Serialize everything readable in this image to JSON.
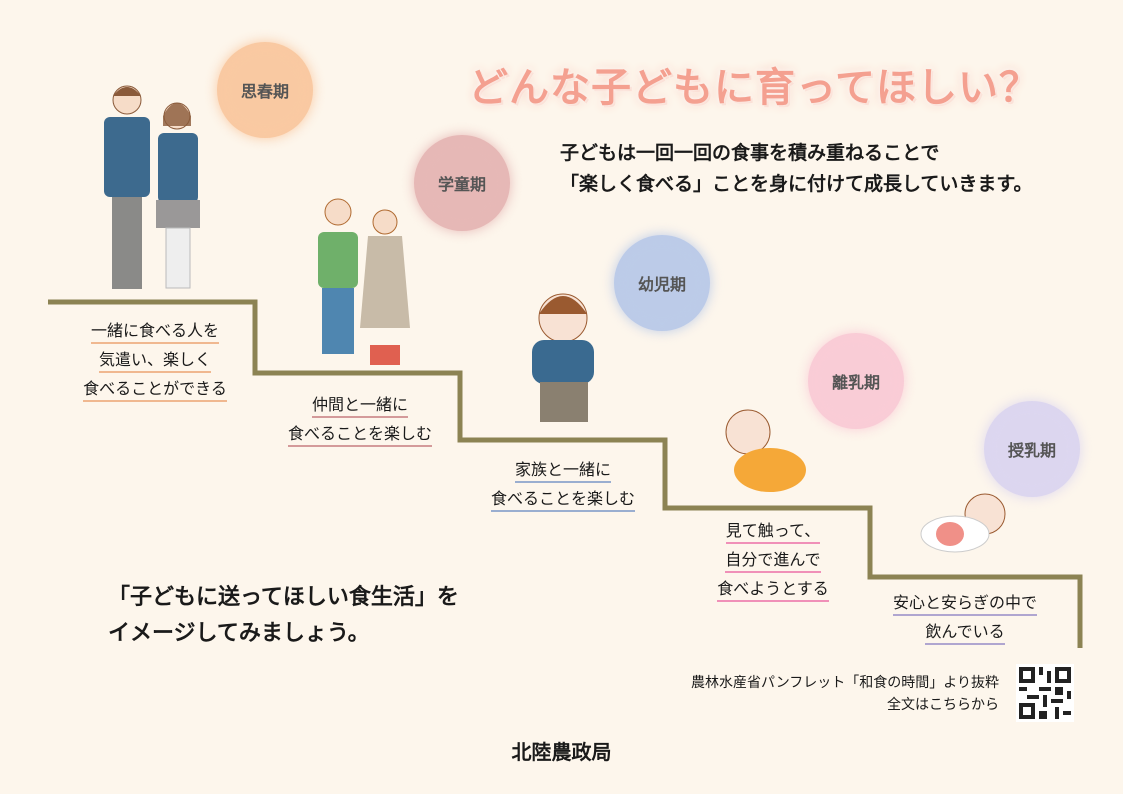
{
  "title": "どんな子どもに育ってほしい？",
  "lead": [
    "子どもは一回一回の食事を積み重ねることで",
    "「楽しく食べる」ことを身に付けて成長していきます。"
  ],
  "stages": [
    {
      "name": "思春期",
      "color": "#f9c9a2",
      "underline": "#f0b890",
      "lines": [
        "一緒に食べる人を",
        "気遣い、楽しく",
        "食べることができる"
      ]
    },
    {
      "name": "学童期",
      "color": "#e6b8b6",
      "underline": "#d49a9a",
      "lines": [
        "仲間と一緒に",
        "食べることを楽しむ"
      ]
    },
    {
      "name": "幼児期",
      "color": "#bccbe8",
      "underline": "#9aaed0",
      "lines": [
        "家族と一緒に",
        "食べることを楽しむ"
      ]
    },
    {
      "name": "離乳期",
      "color": "#f9ccd6",
      "underline": "#f090b8",
      "lines": [
        "見て触って、",
        "自分で進んで",
        "食べようとする"
      ]
    },
    {
      "name": "授乳期",
      "color": "#dcd6ef",
      "underline": "#b0a6d0",
      "lines": [
        "安心と安らぎの中で",
        "飲んでいる"
      ]
    }
  ],
  "cta": [
    "「子どもに送ってほしい食生活」を",
    "イメージしてみましょう。"
  ],
  "source": [
    "農林水産省パンフレット「和食の時間」より抜粋",
    "全文はこちらから"
  ],
  "org": "北陸農政局",
  "stair_color": "#8c8353"
}
